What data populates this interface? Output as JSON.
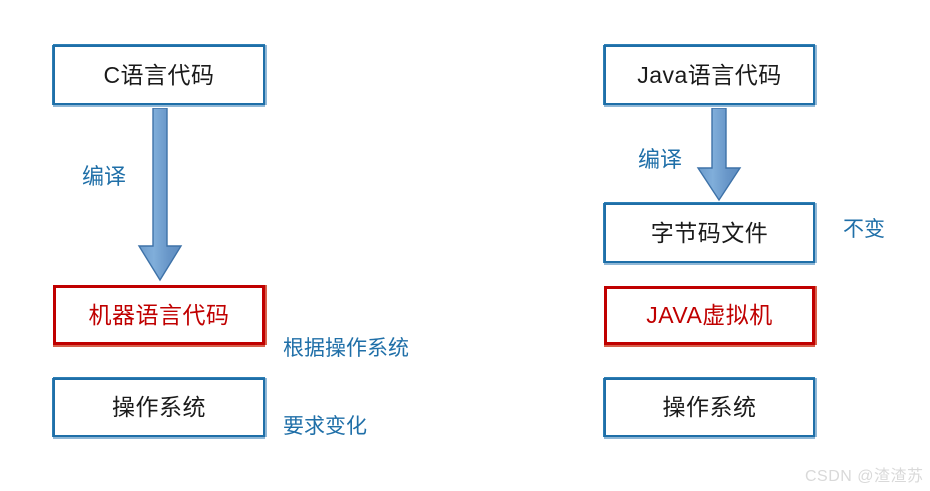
{
  "diagram": {
    "title_hidden": "",
    "colors": {
      "box_blue_border": "#1F6FA8",
      "box_red_border": "#C00000",
      "red_text": "#C00000",
      "blue_text": "#1F6FA8",
      "arrow_fill": "#6F9FD0",
      "arrow_stroke": "#3E72A8",
      "background": "#ffffff",
      "watermark": "#d9d9d9"
    },
    "left_column": {
      "name": "c-language-pipeline",
      "nodes": [
        {
          "id": "c-source",
          "label": "C语言代码",
          "style": "blue"
        },
        {
          "id": "machine-code",
          "label": "机器语言代码",
          "style": "red"
        },
        {
          "id": "os-left",
          "label": "操作系统",
          "style": "blue"
        }
      ],
      "arrows": [
        {
          "id": "compile-arrow-left",
          "label": "编译"
        }
      ],
      "annotations": [
        {
          "id": "varies-note",
          "line1": "根据操作系统",
          "line2": "要求变化"
        }
      ]
    },
    "right_column": {
      "name": "java-language-pipeline",
      "nodes": [
        {
          "id": "java-source",
          "label": "Java语言代码",
          "style": "blue"
        },
        {
          "id": "bytecode-file",
          "label": "字节码文件",
          "style": "blue"
        },
        {
          "id": "jvm",
          "label": "JAVA虚拟机",
          "style": "red"
        },
        {
          "id": "os-right",
          "label": "操作系统",
          "style": "blue"
        }
      ],
      "arrows": [
        {
          "id": "compile-arrow-right",
          "label": "编译"
        }
      ],
      "annotations": [
        {
          "id": "unchanged-note",
          "line1": "不变"
        }
      ]
    },
    "watermark": "CSDN @渣渣苏"
  }
}
